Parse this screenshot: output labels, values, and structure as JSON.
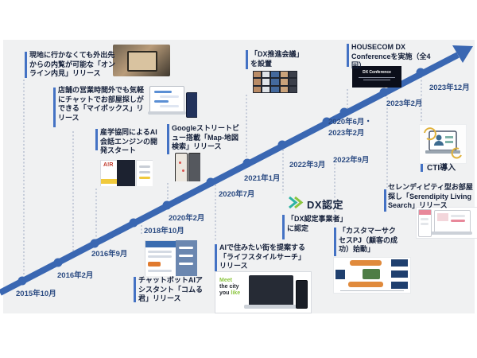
{
  "colors": {
    "arrow": "#3a67b2",
    "accent_bar": "#4472c4",
    "panel_bg": "#f0f1f2",
    "date_text": "#2b4b82",
    "note_text": "#15203a"
  },
  "dates": [
    "2015年10月",
    "2016年2月",
    "2016年9月",
    "2018年10月",
    "2020年2月",
    "2020年7月",
    "2021年1月",
    "2022年3月",
    "2022年9月",
    "2020年6月・2023年2月",
    "2023年2月",
    "2023年12月"
  ],
  "milestones": [
    {
      "text": "現地に行かなくても外出先からの内覧が可能な「オンライン内見」リリース"
    },
    {
      "text": "店舗の営業時間外でも気軽にチャットでお部屋探しができる「マイボックス」リリース"
    },
    {
      "text": "産学協同によるAI会話エンジンの開発スタート"
    },
    {
      "text": "Googleストリートビュー搭載「Map-地図検索」リリース"
    },
    {
      "text": "チャットボットAIアシスタント「コムる君」リリース"
    },
    {
      "text": "AIで住みたい街を提案する「ライフスタイルサーチ」リリース"
    },
    {
      "text": "「DX推進会議」を設置"
    },
    {
      "text": "「DX認定事業者」に認定"
    },
    {
      "text": "「カスタマーサクセスPJ（顧客の成功）始動」"
    },
    {
      "text": "HOUSECOM DX Conferenceを実施（全4回）"
    },
    {
      "text": "セレンディピティ型お部屋探し「Serendipity Living Search」リリース"
    },
    {
      "text": "CTI導入"
    }
  ],
  "images": {
    "dx_logo_text": "DX認定",
    "conference_card_title": "DX Conference",
    "air_card_text": "A!R",
    "lifestyle_card": {
      "w1": "Meet",
      "w2": "the city",
      "w3": "you",
      "w4": "like"
    }
  }
}
